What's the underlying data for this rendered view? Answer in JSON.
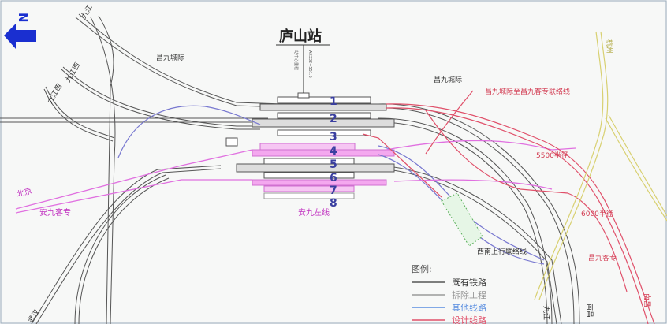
{
  "station": {
    "name": "庐山站",
    "center_mileage_label": "站中心里程",
    "center_mileage": "AK332+551.5"
  },
  "compass": {
    "letter": "N",
    "icon": "north-arrow-icon",
    "color": "#1a2fd0"
  },
  "track_numbers": [
    "1",
    "2",
    "3",
    "4",
    "5",
    "6",
    "7",
    "8"
  ],
  "labels": {
    "jiujiang_top": "九江",
    "jiujiang_west_1": "九江西",
    "jiujiang_west_2": "九江西",
    "changjiu_intercity_1": "昌九城际",
    "changjiu_intercity_2": "昌九城际",
    "connector": "昌九城际至昌九客专联络线",
    "radius_5500": "5500半径",
    "radius_6000": "6000半径",
    "changjiu_pdl": "昌九客专",
    "hangzhou": "杭州",
    "beijing": "北京",
    "anjiu_pdl": "安九客专",
    "anjiu_line": "安九左线",
    "southwest_up_connector": "西南上行联络线",
    "wuhan": "武汉",
    "jiujiang_bottom": "九江",
    "nanchang_bottom": "南昌",
    "nanchang_right": "南昌"
  },
  "legend": {
    "title": "图例:",
    "items": [
      {
        "label": "既有铁路",
        "color": "#555555"
      },
      {
        "label": "拆除工程",
        "color": "#9a9a9a"
      },
      {
        "label": "其他线路",
        "color": "#5a8ee0"
      },
      {
        "label": "设计线路",
        "color": "#e0506a"
      }
    ]
  }
}
